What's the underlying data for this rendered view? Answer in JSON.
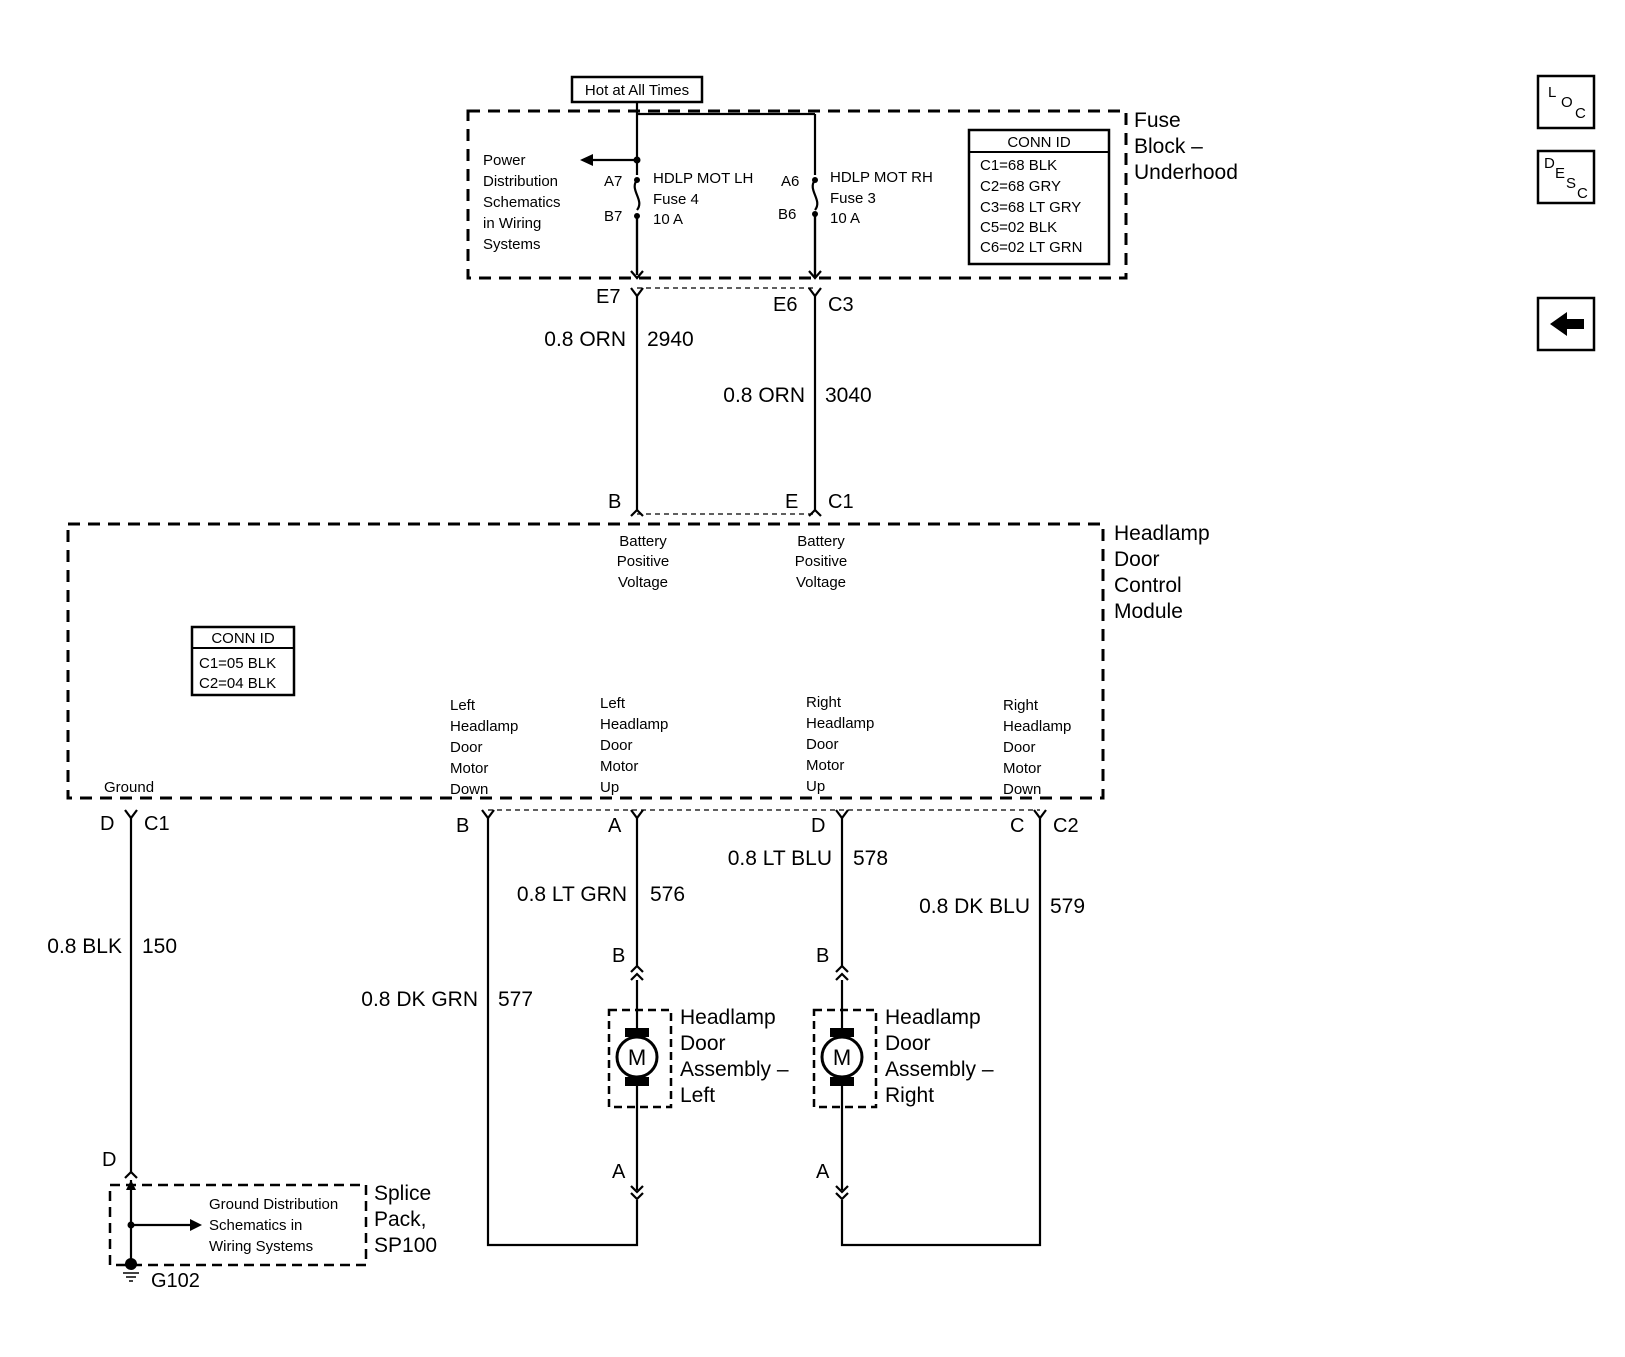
{
  "nav": {
    "loc": [
      "L",
      "O",
      "C"
    ],
    "desc": [
      "D",
      "E",
      "S",
      "C"
    ],
    "back_arrow_icon": "left-arrow-icon"
  },
  "top": {
    "hot_label": "Hot at All Times",
    "power_dist": [
      "Power",
      "Distribution",
      "Schematics",
      "in Wiring",
      "Systems"
    ],
    "fuse_lh": {
      "name": "HDLP MOT LH",
      "fuse": "Fuse 4",
      "rating": "10 A",
      "pin_in": "A7",
      "pin_out": "B7"
    },
    "fuse_rh": {
      "name": "HDLP MOT RH",
      "fuse": "Fuse 3",
      "rating": "10 A",
      "pin_in": "A6",
      "pin_out": "B6"
    },
    "block_name": [
      "Fuse",
      "Block –",
      "Underhood"
    ],
    "conn_title": "CONN ID",
    "conn_rows": [
      "C1=68 BLK",
      "C2=68 GRY",
      "C3=68 LT GRY",
      "C5=02 BLK",
      "C6=02 LT GRN"
    ]
  },
  "fuse_pins": {
    "e7": "E7",
    "e6": "E6",
    "c3": "C3"
  },
  "wires": {
    "w2940": {
      "gauge": "0.8 ORN",
      "circuit": "2940"
    },
    "w3040": {
      "gauge": "0.8 ORN",
      "circuit": "3040"
    },
    "w150": {
      "gauge": "0.8 BLK",
      "circuit": "150"
    },
    "w577": {
      "gauge": "0.8 DK GRN",
      "circuit": "577"
    },
    "w576": {
      "gauge": "0.8 LT GRN",
      "circuit": "576"
    },
    "w578": {
      "gauge": "0.8 LT BLU",
      "circuit": "578"
    },
    "w579": {
      "gauge": "0.8 DK BLU",
      "circuit": "579"
    }
  },
  "module": {
    "name": [
      "Headlamp",
      "Door",
      "Control",
      "Module"
    ],
    "pins_top": {
      "b": "B",
      "e": "E",
      "c1": "C1"
    },
    "batt_left": [
      "Battery",
      "Positive",
      "Voltage"
    ],
    "batt_right": [
      "Battery",
      "Positive",
      "Voltage"
    ],
    "conn_title": "CONN ID",
    "conn_rows": [
      "C1=05 BLK",
      "C2=04 BLK"
    ],
    "ground": "Ground",
    "lhd_down": [
      "Left",
      "Headlamp",
      "Door",
      "Motor",
      "Down"
    ],
    "lhd_up": [
      "Left",
      "Headlamp",
      "Door",
      "Motor",
      "Up"
    ],
    "rhd_up": [
      "Right",
      "Headlamp",
      "Door",
      "Motor",
      "Up"
    ],
    "rhd_down": [
      "Right",
      "Headlamp",
      "Door",
      "Motor",
      "Down"
    ],
    "pins_bottom": {
      "d": "D",
      "c1": "C1",
      "b": "B",
      "a": "A",
      "d2": "D",
      "c": "C",
      "c2": "C2"
    }
  },
  "motors": {
    "left": {
      "name": [
        "Headlamp",
        "Door",
        "Assembly –",
        "Left"
      ],
      "m": "M",
      "pin_b": "B",
      "pin_a": "A"
    },
    "right": {
      "name": [
        "Headlamp",
        "Door",
        "Assembly –",
        "Right"
      ],
      "m": "M",
      "pin_b": "B",
      "pin_a": "A"
    }
  },
  "splice": {
    "pin_d": "D",
    "name": [
      "Splice",
      "Pack,",
      "SP100"
    ],
    "ground_dist": [
      "Ground Distribution",
      "Schematics in",
      "Wiring Systems"
    ],
    "ground_id": "G102"
  }
}
